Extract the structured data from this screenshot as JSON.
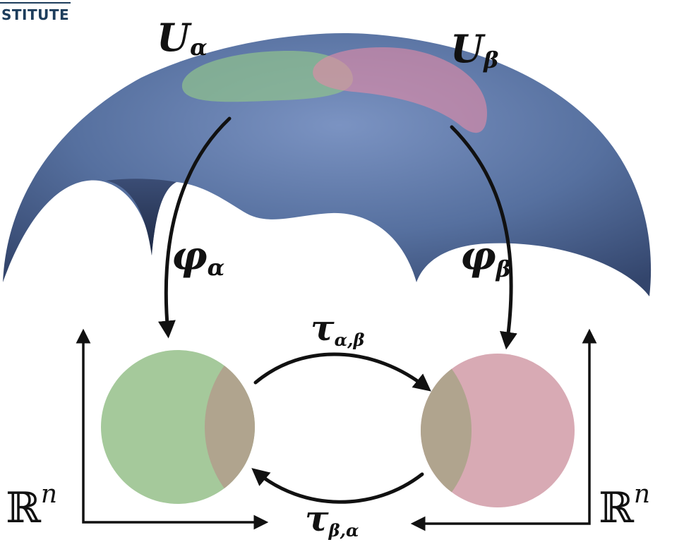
{
  "header": {
    "brand_fragment": "STITUTE"
  },
  "labels": {
    "U": "U",
    "alpha": "α",
    "beta": "β",
    "phi": "φ",
    "tau": "τ",
    "sub_alpha_beta": "α,β",
    "sub_beta_alpha": "β,α",
    "R": "ℝ",
    "n": "n"
  },
  "colors": {
    "manifold": "#4f6a9a",
    "chart_alpha": "#a5c99b",
    "chart_beta": "#d8aab4",
    "overlap": "#b0a48e",
    "brand": "#1d3d5c"
  }
}
